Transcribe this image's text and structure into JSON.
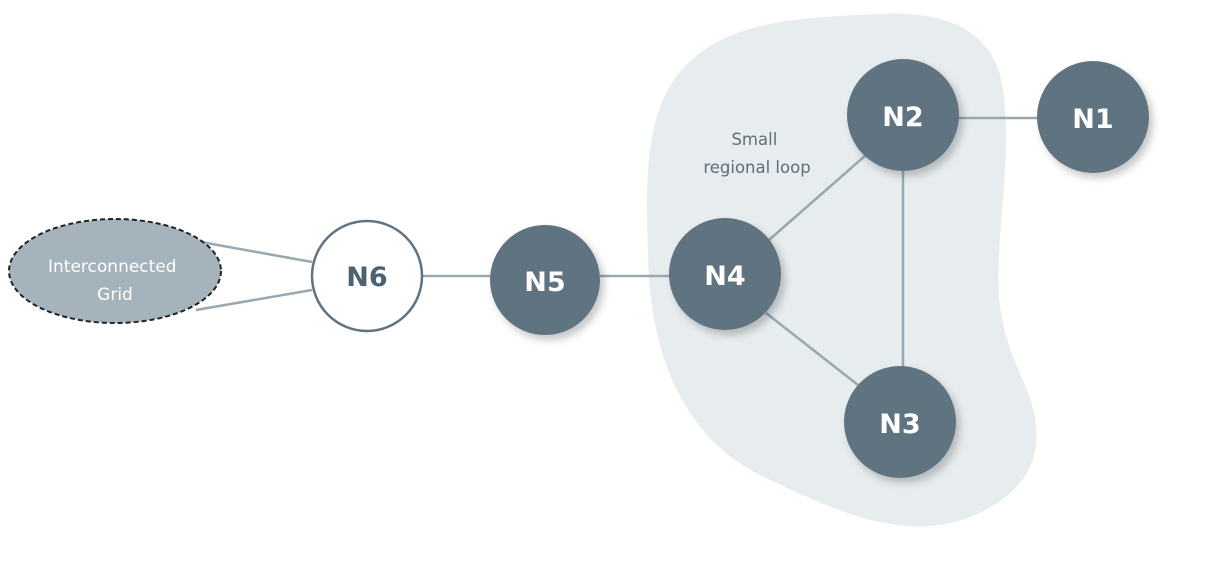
{
  "nodes": {
    "n1": {
      "label": "N1"
    },
    "n2": {
      "label": "N2"
    },
    "n3": {
      "label": "N3"
    },
    "n4": {
      "label": "N4"
    },
    "n5": {
      "label": "N5"
    },
    "n6": {
      "label": "N6"
    }
  },
  "grid": {
    "line1": "Interconnected",
    "line2": "Grid"
  },
  "region": {
    "line1": "Small",
    "line2": "regional loop"
  },
  "colors": {
    "node_fill": "#607381",
    "node_text": "#ffffff",
    "hollow_node_stroke": "#607381",
    "hollow_node_text": "#4e6170",
    "edge": "#9aa8b1",
    "region_fill": "#e7ecee",
    "region_text": "#5e6e7a",
    "grid_fill": "#a5b3bc",
    "grid_stroke": "#222222",
    "grid_text": "#ffffff"
  }
}
